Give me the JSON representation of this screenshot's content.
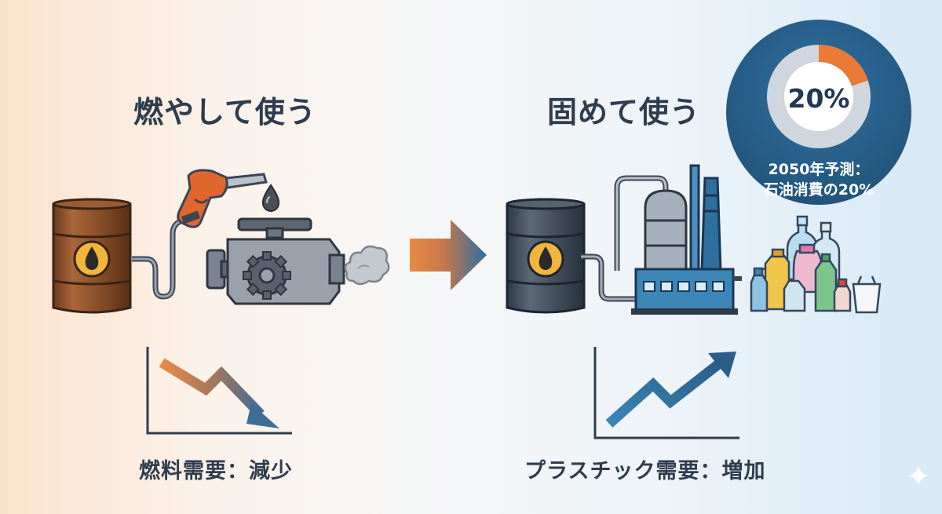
{
  "left": {
    "title": "燃やして使う",
    "caption": "燃料需要：減少"
  },
  "right": {
    "title": "固めて使う",
    "caption": "プラスチック需要：増加"
  },
  "stat": {
    "percent_label": "20%",
    "line1": "2050年予測：",
    "line2": "石油消費の20%",
    "share": 0.2
  },
  "colors": {
    "title_text": "#2f3c4e",
    "orange_accent": "#ea7a38",
    "blue_accent": "#2e6d9e",
    "donut_track": "#d0d6dd"
  },
  "icons": [
    "oil-barrel-icon",
    "fuel-nozzle-icon",
    "oil-drop-icon",
    "engine-icon",
    "exhaust-smoke-icon",
    "right-arrow-icon",
    "refinery-icon",
    "plastic-products-icon",
    "decline-chart-icon",
    "growth-chart-icon",
    "sparkle-icon"
  ]
}
